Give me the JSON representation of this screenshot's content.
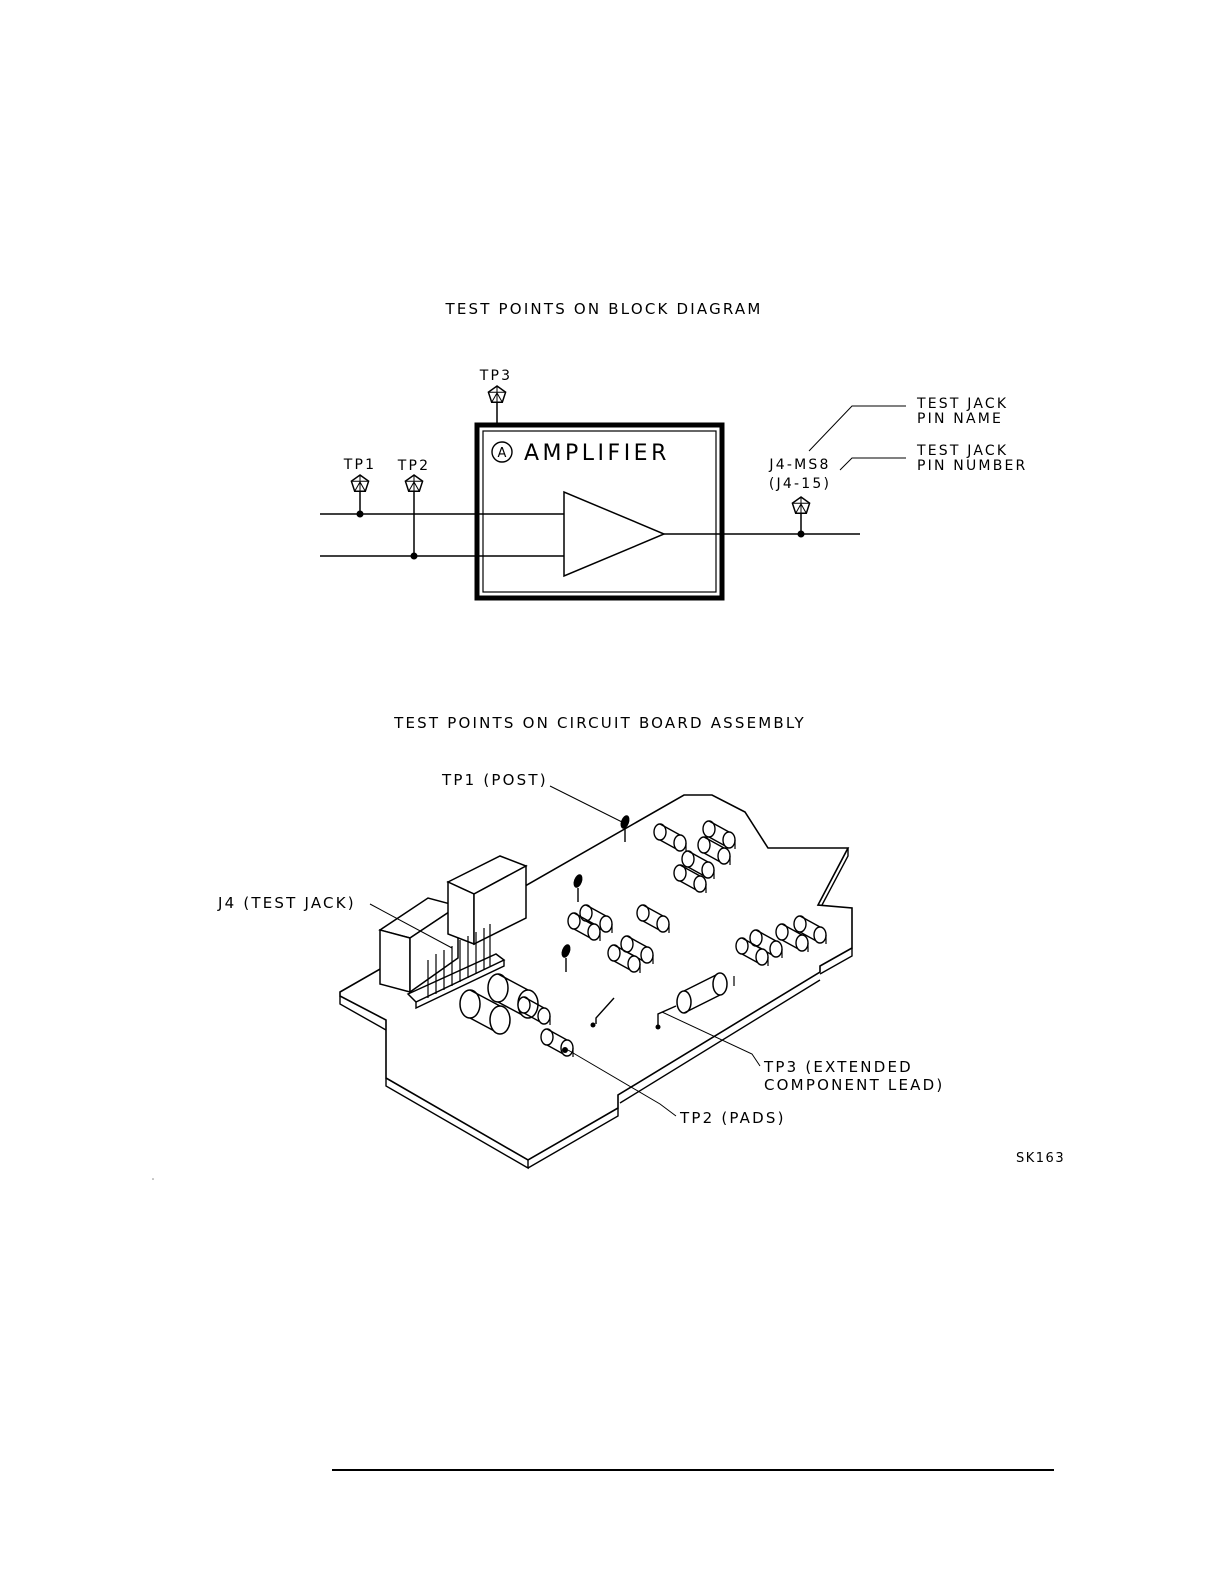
{
  "block_diagram": {
    "title": "TEST POINTS ON BLOCK DIAGRAM",
    "tp1_label": "TP1",
    "tp2_label": "TP2",
    "tp3_label": "TP3",
    "block_letter": "A",
    "block_name": "AMPLIFIER",
    "jack_pin_name": "J4-MS8",
    "jack_pin_number": "(J4-15)",
    "callout_pin_name_line1": "TEST JACK",
    "callout_pin_name_line2": "PIN NAME",
    "callout_pin_number_line1": "TEST JACK",
    "callout_pin_number_line2": "PIN NUMBER"
  },
  "board_diagram": {
    "title": "TEST POINTS ON CIRCUIT BOARD ASSEMBLY",
    "tp1_label": "TP1 (POST)",
    "j4_label": "J4 (TEST JACK)",
    "tp3_label_line1": "TP3 (EXTENDED",
    "tp3_label_line2": "COMPONENT LEAD)",
    "tp2_label": "TP2 (PADS)"
  },
  "figure_code": "SK163"
}
